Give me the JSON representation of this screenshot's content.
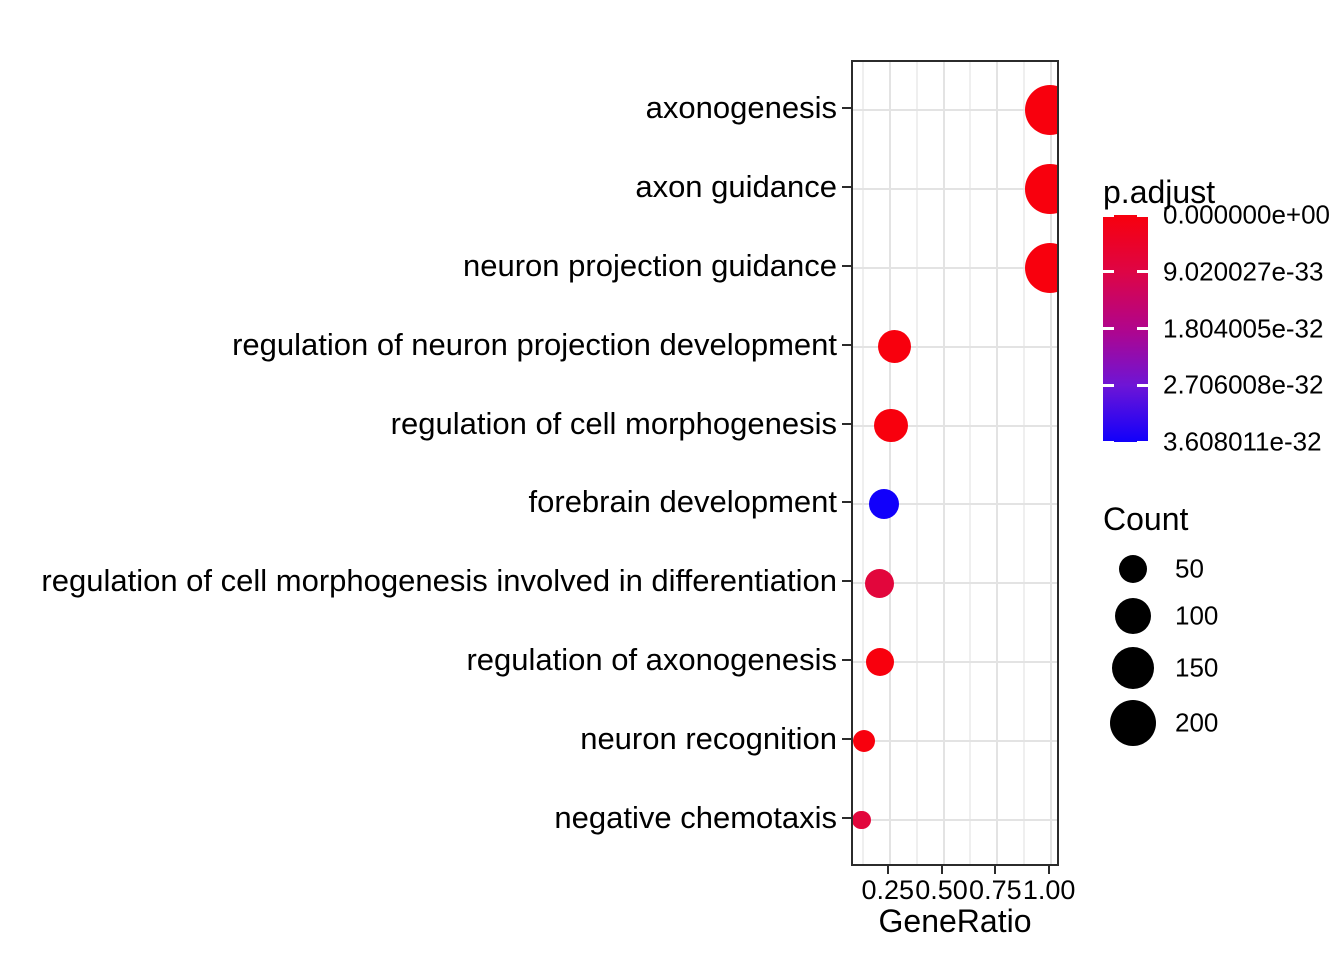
{
  "chart_data": {
    "type": "scatter",
    "title": "",
    "xlabel": "GeneRatio",
    "ylabel": "",
    "xlim": [
      0.079,
      1.046
    ],
    "grid": true,
    "x_ticks": [
      0.25,
      0.5,
      0.75,
      1.0
    ],
    "x_tick_labels": [
      "0.25",
      "0.50",
      "0.75",
      "1.00"
    ],
    "x_minor_ticks": [
      0.125,
      0.375,
      0.625,
      0.875
    ],
    "categories": [
      "axonogenesis",
      "axon guidance",
      "neuron projection guidance",
      "regulation of neuron projection development",
      "regulation of cell morphogenesis",
      "forebrain development",
      "regulation of cell morphogenesis involved in differentiation",
      "regulation of axonogenesis",
      "neuron recognition",
      "negative chemotaxis"
    ],
    "points": [
      {
        "label": "axonogenesis",
        "gene_ratio": 0.995,
        "count": 240,
        "p_adjust": 0,
        "color": "#F8000D"
      },
      {
        "label": "axon guidance",
        "gene_ratio": 0.995,
        "count": 230,
        "p_adjust": 0,
        "color": "#F8000D"
      },
      {
        "label": "neuron projection guidance",
        "gene_ratio": 0.995,
        "count": 240,
        "p_adjust": 0,
        "color": "#F8000D"
      },
      {
        "label": "regulation of neuron projection development",
        "gene_ratio": 0.273,
        "count": 80,
        "p_adjust": 0,
        "color": "#F8000D"
      },
      {
        "label": "regulation of cell morphogenesis",
        "gene_ratio": 0.255,
        "count": 85,
        "p_adjust": 0,
        "color": "#F8000D"
      },
      {
        "label": "forebrain development",
        "gene_ratio": 0.222,
        "count": 60,
        "p_adjust": 3.6e-32,
        "color": "#1100FB"
      },
      {
        "label": "regulation of cell morphogenesis involved in differentiation",
        "gene_ratio": 0.204,
        "count": 55,
        "p_adjust": 9e-33,
        "color": "#E2063C"
      },
      {
        "label": "regulation of axonogenesis",
        "gene_ratio": 0.204,
        "count": 50,
        "p_adjust": 0,
        "color": "#F8000D"
      },
      {
        "label": "neuron recognition",
        "gene_ratio": 0.13,
        "count": 22,
        "p_adjust": 0,
        "color": "#F8000D"
      },
      {
        "label": "negative chemotaxis",
        "gene_ratio": 0.12,
        "count": 12,
        "p_adjust": 9e-33,
        "color": "#E2063C"
      }
    ],
    "legend_p_adjust": {
      "title": "p.adjust",
      "labels": [
        "0.000000e+00",
        "9.020027e-33",
        "1.804005e-32",
        "2.706008e-32",
        "3.608011e-32"
      ],
      "gradient_stops": [
        {
          "pos": 0,
          "color": "#F8000D"
        },
        {
          "pos": 25,
          "color": "#DE0545"
        },
        {
          "pos": 50,
          "color": "#B1058B"
        },
        {
          "pos": 75,
          "color": "#6E15D6"
        },
        {
          "pos": 100,
          "color": "#1100FB"
        }
      ]
    },
    "legend_count": {
      "title": "Count",
      "values": [
        50,
        100,
        150,
        200
      ],
      "labels": [
        "50",
        "100",
        "150",
        "200"
      ]
    },
    "layout_hints": {
      "legend_position": "right",
      "grid_color_major": "#e3e3e3",
      "grid_color_minor": "#efefef",
      "panel_border_color": "#2b2b2b",
      "dot_red": "#F8000D",
      "dot_blue": "#1100FB",
      "dot_crimson": "#E2063C"
    }
  }
}
